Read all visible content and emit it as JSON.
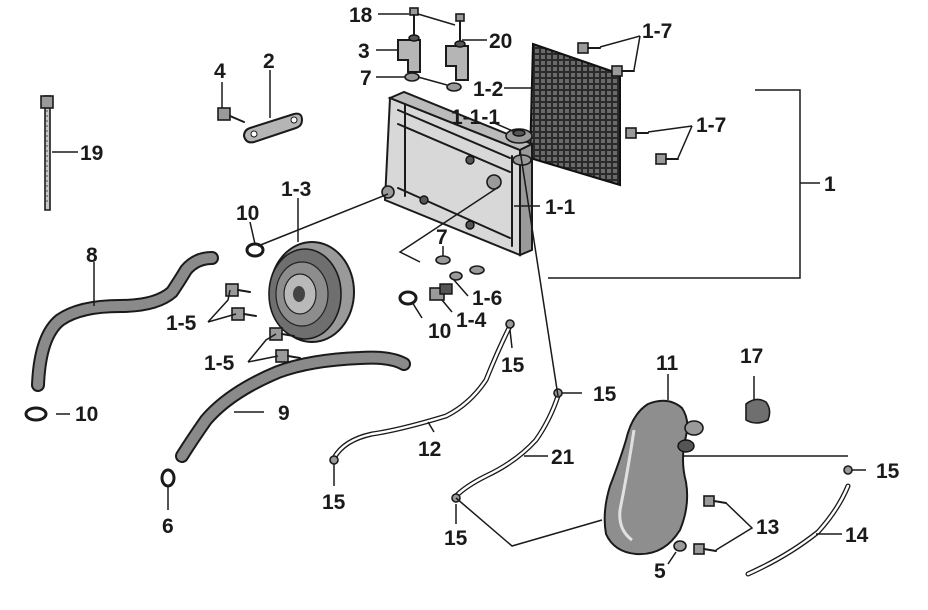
{
  "labels": {
    "l18": "18",
    "l20": "20",
    "l3": "3",
    "l7a": "7",
    "l1_7a": "1-7",
    "l4": "4",
    "l2": "2",
    "l1_2": "1-2",
    "l1_1_1": "1-1-1",
    "l1_7b": "1-7",
    "l19": "19",
    "l1": "1",
    "l1_3": "1-3",
    "l10a": "10",
    "l1_1": "1-1",
    "l8": "8",
    "l7b": "7",
    "l1_5a": "1-5",
    "l1_6": "1-6",
    "l1_4": "1-4",
    "l10b": "10",
    "l1_5b": "1-5",
    "l15a": "15",
    "l11": "11",
    "l17": "17",
    "l10c": "10",
    "l9": "9",
    "l15b": "15",
    "l12": "12",
    "l21": "21",
    "l15c": "15",
    "l6": "6",
    "l15d": "15",
    "l15e": "15",
    "l13": "13",
    "l14": "14",
    "l5": "5"
  },
  "icons": {
    "radiator": "radiator-icon",
    "fan": "fan-icon",
    "screen": "radiator-screen-icon",
    "reservoir": "coolant-reservoir-icon"
  },
  "colors": {
    "line": "#1a1a1a",
    "part_fill": "#9a9a9a",
    "background": "#ffffff"
  }
}
